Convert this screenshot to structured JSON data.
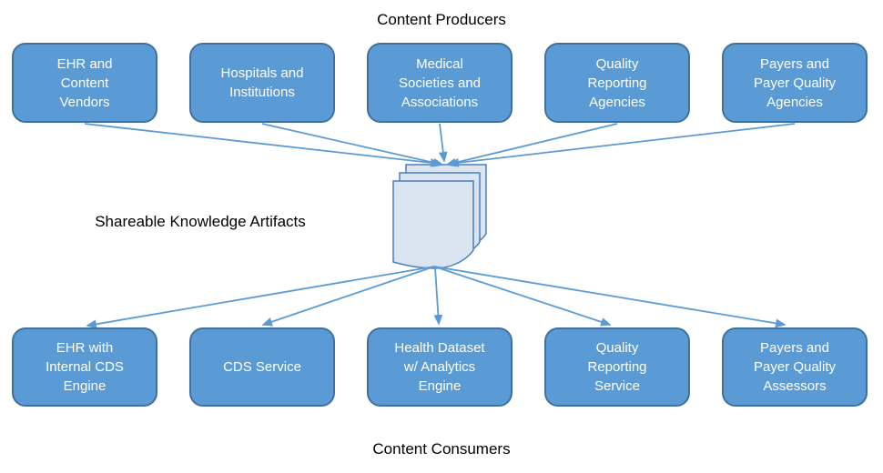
{
  "diagram": {
    "producers_title": "Content Producers",
    "consumers_title": "Content Consumers",
    "artifact_label": "Shareable Knowledge Artifacts",
    "producers": [
      {
        "label": "EHR and\nContent\nVendors"
      },
      {
        "label": "Hospitals and\nInstitutions"
      },
      {
        "label": "Medical\nSocieties and\nAssociations"
      },
      {
        "label": "Quality\nReporting\nAgencies"
      },
      {
        "label": "Payers and\nPayer Quality\nAgencies"
      }
    ],
    "consumers": [
      {
        "label": "EHR with\nInternal CDS\nEngine"
      },
      {
        "label": "CDS Service"
      },
      {
        "label": "Health Dataset\nw/ Analytics\nEngine"
      },
      {
        "label": "Quality\nReporting\nService"
      },
      {
        "label": "Payers and\nPayer Quality\nAssessors"
      }
    ],
    "edges": [
      {
        "from": "EHR and Content Vendors",
        "to": "Shareable Knowledge Artifacts"
      },
      {
        "from": "Hospitals and Institutions",
        "to": "Shareable Knowledge Artifacts"
      },
      {
        "from": "Medical Societies and Associations",
        "to": "Shareable Knowledge Artifacts"
      },
      {
        "from": "Quality Reporting Agencies",
        "to": "Shareable Knowledge Artifacts"
      },
      {
        "from": "Payers and Payer Quality Agencies",
        "to": "Shareable Knowledge Artifacts"
      },
      {
        "from": "Shareable Knowledge Artifacts",
        "to": "EHR with Internal CDS Engine"
      },
      {
        "from": "Shareable Knowledge Artifacts",
        "to": "CDS Service"
      },
      {
        "from": "Shareable Knowledge Artifacts",
        "to": "Health Dataset w/ Analytics Engine"
      },
      {
        "from": "Shareable Knowledge Artifacts",
        "to": "Quality Reporting Service"
      },
      {
        "from": "Shareable Knowledge Artifacts",
        "to": "Payers and Payer Quality Assessors"
      }
    ],
    "colors": {
      "box_fill": "#5b9bd5",
      "box_border": "#41719c",
      "box_text": "#ffffff",
      "connector": "#5b9bd5",
      "document_fill": "#dbe5f1",
      "document_border": "#4a7ebb",
      "title_text": "#000000"
    }
  }
}
